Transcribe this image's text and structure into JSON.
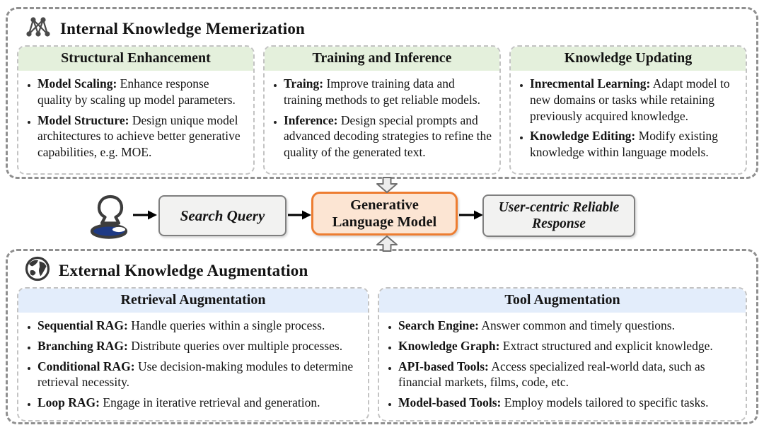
{
  "internal_section": {
    "icon": "network-graph-icon",
    "title": "Internal Knowledge Memerization",
    "cards": [
      {
        "title": "Structural Enhancement",
        "items": [
          {
            "term": "Model Scaling:",
            "desc": "Enhance response quality by scaling up model parameters."
          },
          {
            "term": "Model Structure:",
            "desc": "Design unique model architectures to achieve better generative capabilities, e.g. MOE."
          }
        ]
      },
      {
        "title": "Training and Inference",
        "items": [
          {
            "term": "Traing:",
            "desc": "Improve training data and training methods to get reliable models."
          },
          {
            "term": "Inference:",
            "desc": "Design special prompts and advanced decoding strategies to refine the quality of the generated text."
          }
        ]
      },
      {
        "title": "Knowledge Updating",
        "items": [
          {
            "term": "Inrecmental Learning:",
            "desc": "Adapt model to new domains or tasks while retaining previously acquired knowledge."
          },
          {
            "term": "Knowledge Editing:",
            "desc": "Modify existing knowledge within language models."
          }
        ]
      }
    ]
  },
  "flow": {
    "user_icon": "person-icon",
    "search_query_label": "Search Query",
    "model_label_line1": "Generative",
    "model_label_line2": "Language Model",
    "response_label_line1": "User-centric Reliable",
    "response_label_line2": "Response"
  },
  "external_section": {
    "icon": "globe-icon",
    "title": "External Knowledge Augmentation",
    "cards": [
      {
        "title": "Retrieval Augmentation",
        "items": [
          {
            "term": "Sequential RAG:",
            "desc": "Handle queries within a single process."
          },
          {
            "term": "Branching RAG:",
            "desc": "Distribute queries over multiple processes."
          },
          {
            "term": "Conditional RAG:",
            "desc": "Use decision-making modules to determine retrieval necessity."
          },
          {
            "term": "Loop RAG:",
            "desc": "Engage in iterative retrieval and generation."
          }
        ]
      },
      {
        "title": "Tool Augmentation",
        "items": [
          {
            "term": "Search Engine:",
            "desc": "Answer common and timely questions."
          },
          {
            "term": "Knowledge Graph:",
            "desc": "Extract structured and explicit knowledge."
          },
          {
            "term": "API-based Tools:",
            "desc": "Access specialized real-world data, such as financial markets, films, code, etc."
          },
          {
            "term": "Model-based Tools:",
            "desc": "Employ models tailored to specific tasks."
          }
        ]
      }
    ]
  },
  "colors": {
    "internal_header_bg": "#E4F0DC",
    "external_header_bg": "#E3EDFB",
    "model_box_bg": "#FCE5D3",
    "model_box_border": "#ED7D31",
    "gray_box_bg": "#F2F2F1"
  }
}
